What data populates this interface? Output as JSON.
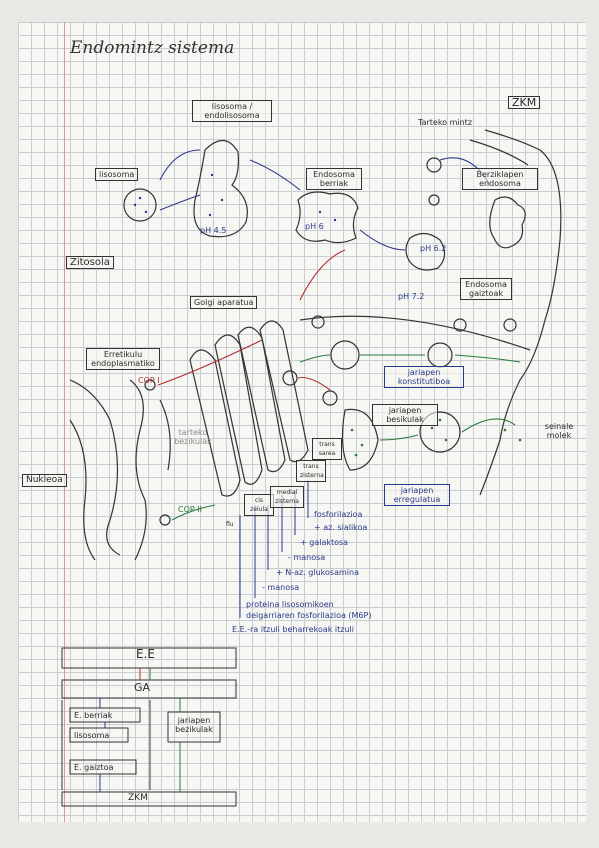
{
  "title": "Endomintz sistema",
  "labels": {
    "zkm_top": "ZKM",
    "mintz_tartekoa": "Tarteko mintz",
    "lisosomak_endolisosoma": "lisosoma / endolisosoma",
    "lisosoma": "lisosoma",
    "endosoma_berriak": "Endosoma berriak",
    "berziklapen_endosoma": "Berziklapen endosoma",
    "zitosola": "Zitosola",
    "golgi": "Golgi aparatua",
    "ph_left": "pH 4.5",
    "ph_mid": "pH 6",
    "ph_right": "pH 6.2",
    "ph_low": "pH 7.2",
    "endosoma_gaiztoa": "Endosoma gaiztoak",
    "erretikulu": "Erretikulu endoplasmatiko",
    "copi": "COP I",
    "copii": "COP II",
    "tartekoak": "tarteko bezikulak",
    "jariapen_konstitutiboa": "jariapen konstitutiboa",
    "jariapen_besikulak": "jariapen besikulak",
    "jariapen_erregulatua": "jariapen erregulatua",
    "seinale_molek": "seinale molek",
    "nukleoa": "Nukleoa",
    "cis": "cis zelula",
    "medial": "medial zisterna",
    "trans": "trans zisterna",
    "tgn": "trans sarea",
    "flu": "flu"
  },
  "golgi_steps": [
    "fosforilazioa",
    "+ az. sialikoa",
    "+ galaktosa",
    "- manosa",
    "+ N-az. glukosamina",
    "- manosa",
    "proteina lisosomikoen",
    "deigarriaren fosforilazioa (M6P)",
    "E.E.-ra itzuli beharrekoak itzuli"
  ],
  "flow": {
    "ee": "E.E",
    "ga": "GA",
    "e_berriak": "E. berriak",
    "lisosoma": "lisosoma",
    "e_gaiztoa": "E. gaiztoa",
    "jariapen": "jariapen bezikulak",
    "zkm": "ZKM"
  }
}
